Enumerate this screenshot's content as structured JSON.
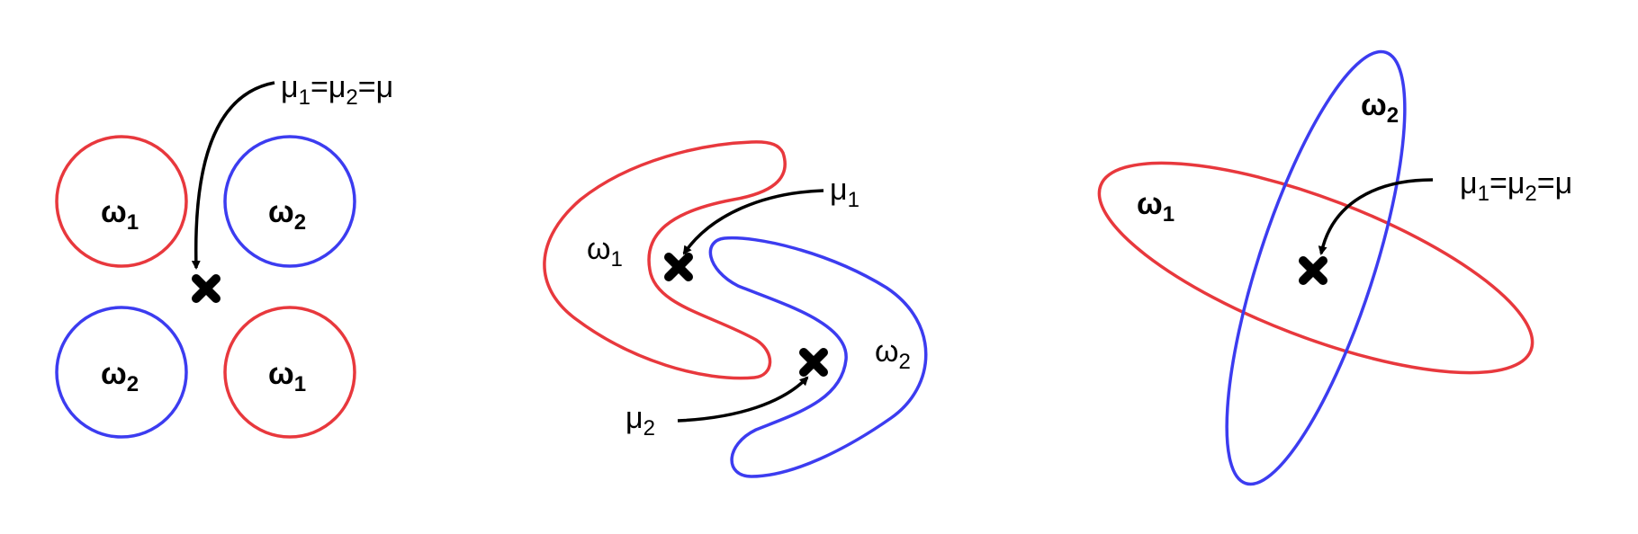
{
  "panel1": {
    "annotation": {
      "base": "μ",
      "s1": "1",
      "eq1": "=",
      "s2": "2",
      "eq2": "=μ"
    },
    "regions": [
      {
        "base": "ω",
        "sub": "1",
        "color": "#e8383d"
      },
      {
        "base": "ω",
        "sub": "2",
        "color": "#3c3cf0"
      },
      {
        "base": "ω",
        "sub": "2",
        "color": "#3c3cf0"
      },
      {
        "base": "ω",
        "sub": "1",
        "color": "#e8383d"
      }
    ]
  },
  "panel2": {
    "mean1": {
      "base": "μ",
      "sub": "1"
    },
    "mean2": {
      "base": "μ",
      "sub": "2"
    },
    "regions": [
      {
        "base": "ω",
        "sub": "1",
        "color": "#e8383d"
      },
      {
        "base": "ω",
        "sub": "2",
        "color": "#3c3cf0"
      }
    ]
  },
  "panel3": {
    "annotation": {
      "base": "μ",
      "s1": "1",
      "eq1": "=",
      "s2": "2",
      "eq2": "=μ"
    },
    "regions": [
      {
        "base": "ω",
        "sub": "1",
        "color": "#e8383d"
      },
      {
        "base": "ω",
        "sub": "2",
        "color": "#3c3cf0"
      }
    ]
  },
  "colors": {
    "class1": "#e8383d",
    "class2": "#3c3cf0",
    "mean_marker": "#000000"
  }
}
